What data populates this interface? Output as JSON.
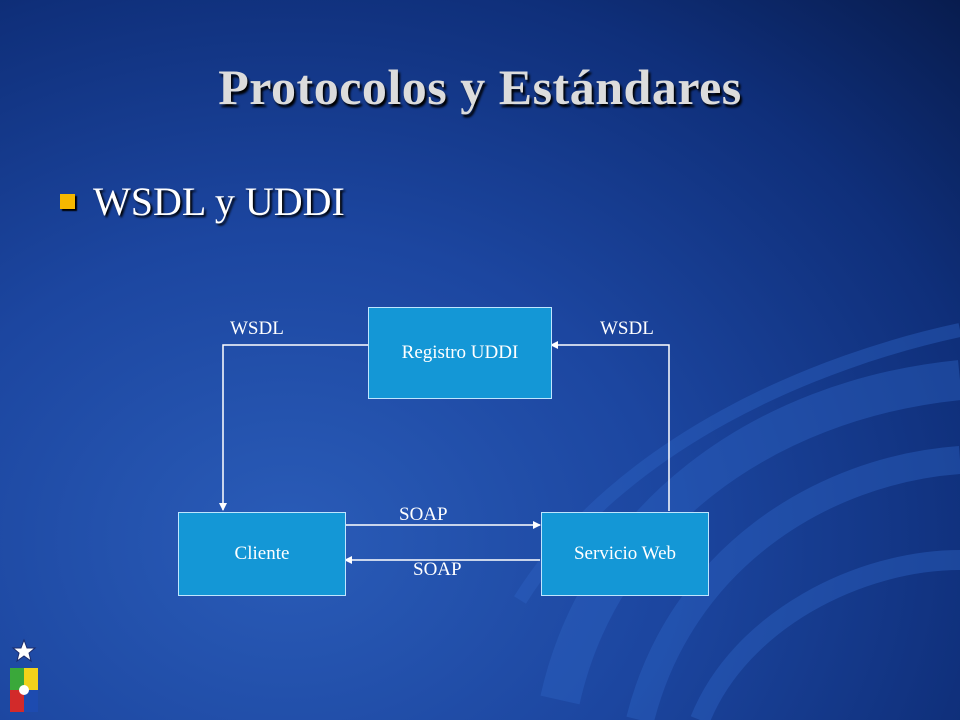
{
  "slide": {
    "title": "Protocolos y Estándares",
    "bullet": "WSDL y UDDI"
  },
  "diagram": {
    "nodes": {
      "registry": "Registro UDDI",
      "client": "Cliente",
      "service": "Servicio Web"
    },
    "labels": {
      "wsdl_left": "WSDL",
      "wsdl_right": "WSDL",
      "soap_request": "SOAP",
      "soap_response": "SOAP"
    }
  },
  "colors": {
    "node_fill": "#1497d6",
    "bullet": "#f5b800",
    "title": "#dcdcdc"
  }
}
